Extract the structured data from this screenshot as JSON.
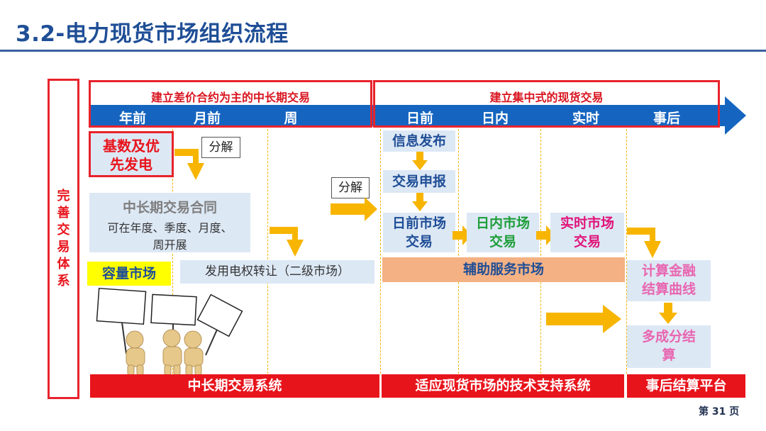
{
  "title": "3.2-电力现货市场组织流程",
  "left_label": "完善交易体系",
  "section_left": "建立差价合约为主的中长期交易",
  "section_right": "建立集中式的现货交易",
  "timeline": [
    "年前",
    "月前",
    "周",
    "日前",
    "日内",
    "实时",
    "事后"
  ],
  "boxes": {
    "base_power_1": "基数及优",
    "base_power_2": "先发电",
    "decompose_1": "分解",
    "decompose_2": "分解",
    "contract_title": "中长期交易合同",
    "contract_desc_1": "可在年度、季度、月度、",
    "contract_desc_2": "周开展",
    "capacity_market": "容量市场",
    "transfer": "发用电权转让（二级市场）",
    "info_publish": "信息发布",
    "trade_declare": "交易申报",
    "dayahead_1": "日前市场",
    "dayahead_2": "交易",
    "intraday_1": "日内市场",
    "intraday_2": "交易",
    "realtime_1": "实时市场",
    "realtime_2": "交易",
    "ancillary": "辅助服务市场",
    "calc_1": "计算金融",
    "calc_2": "结算曲线",
    "settle_1": "多成分结",
    "settle_2": "算"
  },
  "bottom": {
    "long_term_system": "中长期交易系统",
    "tech_support": "适应现货市场的技术支持系统",
    "settlement_platform": "事后结算平台"
  },
  "page_number": "第 31 页",
  "colors": {
    "title": "#1f4e96",
    "accent_red": "#e8141c",
    "timeline_blue": "#1565c0",
    "arrow_yellow": "#f7b500",
    "intraday_green": "#1e9e3a",
    "realtime_magenta": "#e0157a",
    "settlement_pink": "#e866b0",
    "ancillary_bg": "#f4b183",
    "capacity_bg": "#ffff00"
  }
}
